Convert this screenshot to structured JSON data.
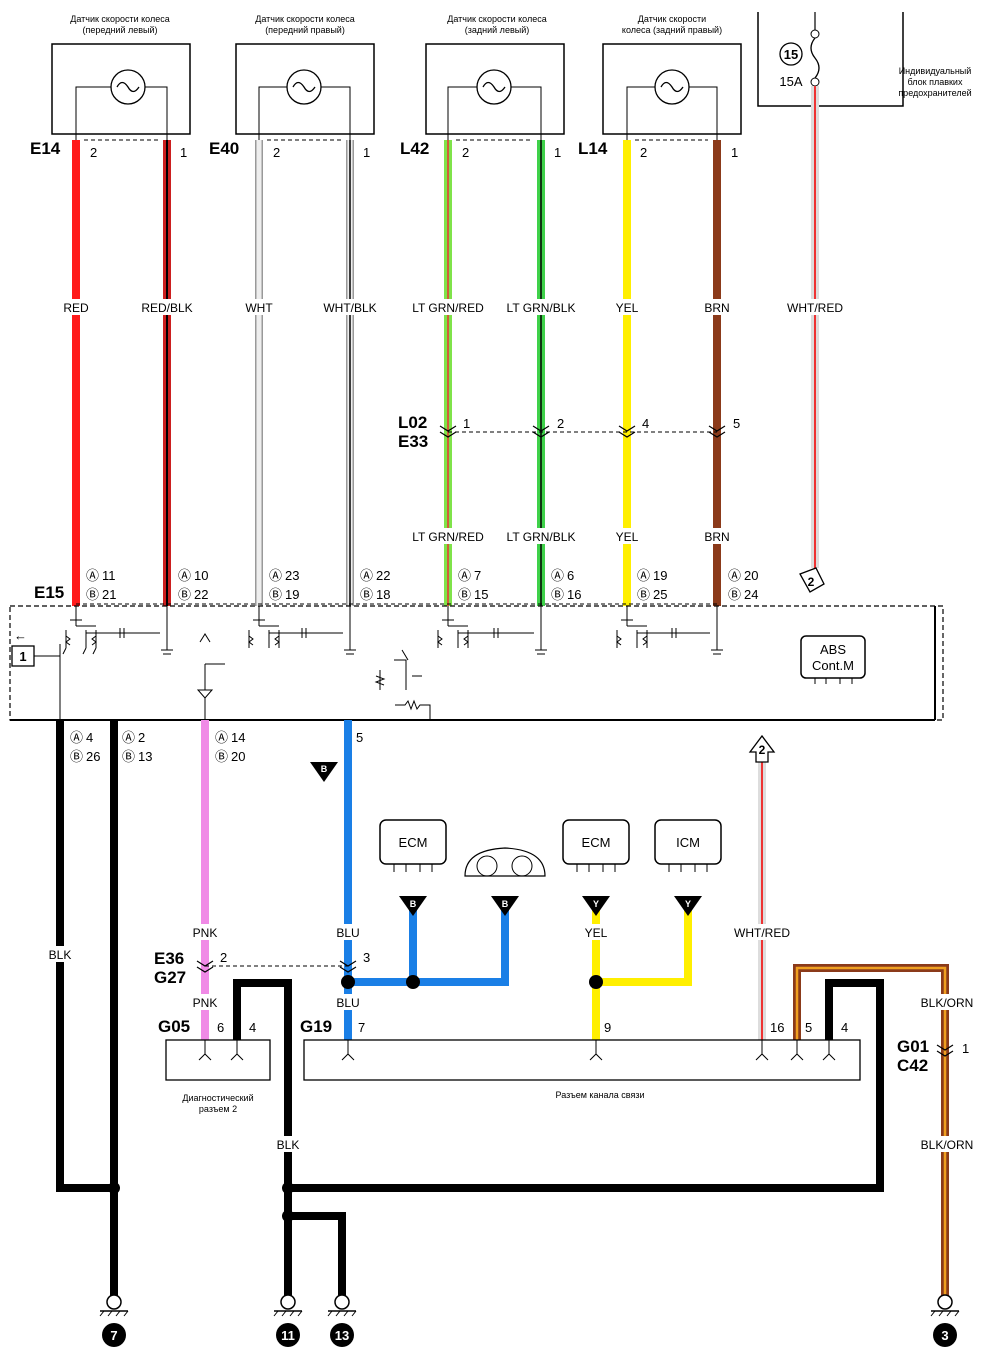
{
  "sensors": [
    {
      "title": [
        "Датчик скорости колеса",
        "(передний левый)"
      ],
      "connector": "E14",
      "pins": [
        "2",
        "1"
      ]
    },
    {
      "title": [
        "Датчик скорости колеса",
        "(передний правый)"
      ],
      "connector": "E40",
      "pins": [
        "2",
        "1"
      ]
    },
    {
      "title": [
        "Датчик скорости колеса",
        "(задний левый)"
      ],
      "connector": "L42",
      "pins": [
        "2",
        "1"
      ]
    },
    {
      "title": [
        "Датчик скорости",
        "колеса (задний правый)"
      ],
      "connector": "L14",
      "pins": [
        "2",
        "1"
      ]
    }
  ],
  "fuse_block": {
    "number": "15",
    "rating": "15A",
    "label": [
      "Индивидуальный",
      "блок плавких",
      "предохранителей"
    ]
  },
  "wires": [
    {
      "label": "RED",
      "color": "#ff1a1a"
    },
    {
      "label": "RED/BLK",
      "color": "#cc1f1f"
    },
    {
      "label": "WHT",
      "color": "#d9d9d9"
    },
    {
      "label": "WHT/BLK",
      "color": "#cfcfcf"
    },
    {
      "label": "LT GRN/RED",
      "color": "#7fe34a"
    },
    {
      "label": "LT GRN/BLK",
      "color": "#3fd14a"
    },
    {
      "label": "YEL",
      "color": "#ffef00"
    },
    {
      "label": "BRN",
      "color": "#8b3a1a"
    },
    {
      "label": "WHT/RED",
      "color": "#f0a8a8"
    }
  ],
  "inline_connector": {
    "codes": [
      "L02",
      "E33"
    ],
    "pins": [
      "1",
      "2",
      "4",
      "5"
    ],
    "labels": [
      "LT GRN/RED",
      "LT GRN/BLK",
      "YEL",
      "BRN"
    ]
  },
  "abs_module": {
    "connector": "E15",
    "label": [
      "ABS",
      "Cont.M"
    ],
    "ref_box": "1",
    "top_pins": [
      {
        "a": "11",
        "b": "21"
      },
      {
        "a": "10",
        "b": "22"
      },
      {
        "a": "23",
        "b": "19"
      },
      {
        "a": "22",
        "b": "18"
      },
      {
        "a": "7",
        "b": "15"
      },
      {
        "a": "6",
        "b": "16"
      },
      {
        "a": "19",
        "b": "25"
      },
      {
        "a": "20",
        "b": "24"
      }
    ],
    "bottom_pins": [
      {
        "a": "4",
        "b": "26"
      },
      {
        "a": "2",
        "b": "13"
      },
      {
        "a": "14",
        "b": "20"
      },
      {
        "a": "",
        "b": "5"
      }
    ],
    "marker_a": "Ⓐ",
    "marker_b": "Ⓑ",
    "arrow_ref": "2"
  },
  "lower": {
    "blk": "BLK",
    "pnk": "PNK",
    "blu": "BLU",
    "yel": "YEL",
    "wht_red": "WHT/RED",
    "blk_orn": "BLK/ORN",
    "bus_b": "B",
    "bus_y": "Y",
    "ecm": "ECM",
    "icm": "ICM",
    "e36_g27": [
      "E36",
      "G27"
    ],
    "e36_pins": [
      "2",
      "3"
    ],
    "g05": "G05",
    "g05_pins": [
      "6",
      "4"
    ],
    "g05_label": [
      "Диагностический",
      "разъем 2"
    ],
    "g19": "G19",
    "g19_pins": [
      "7",
      "9",
      "16",
      "5",
      "4"
    ],
    "g19_label": "Разъем канала связи",
    "g01_c42": [
      "G01",
      "C42"
    ],
    "g01_pin": "1",
    "grounds": [
      "7",
      "11",
      "13",
      "3"
    ]
  },
  "colors": {
    "blk": "#000000",
    "pnk": "#f08ae6",
    "blu": "#1a7fe6",
    "yel": "#ffef00",
    "orn": "#f0a020",
    "brn": "#8b3a1a"
  }
}
